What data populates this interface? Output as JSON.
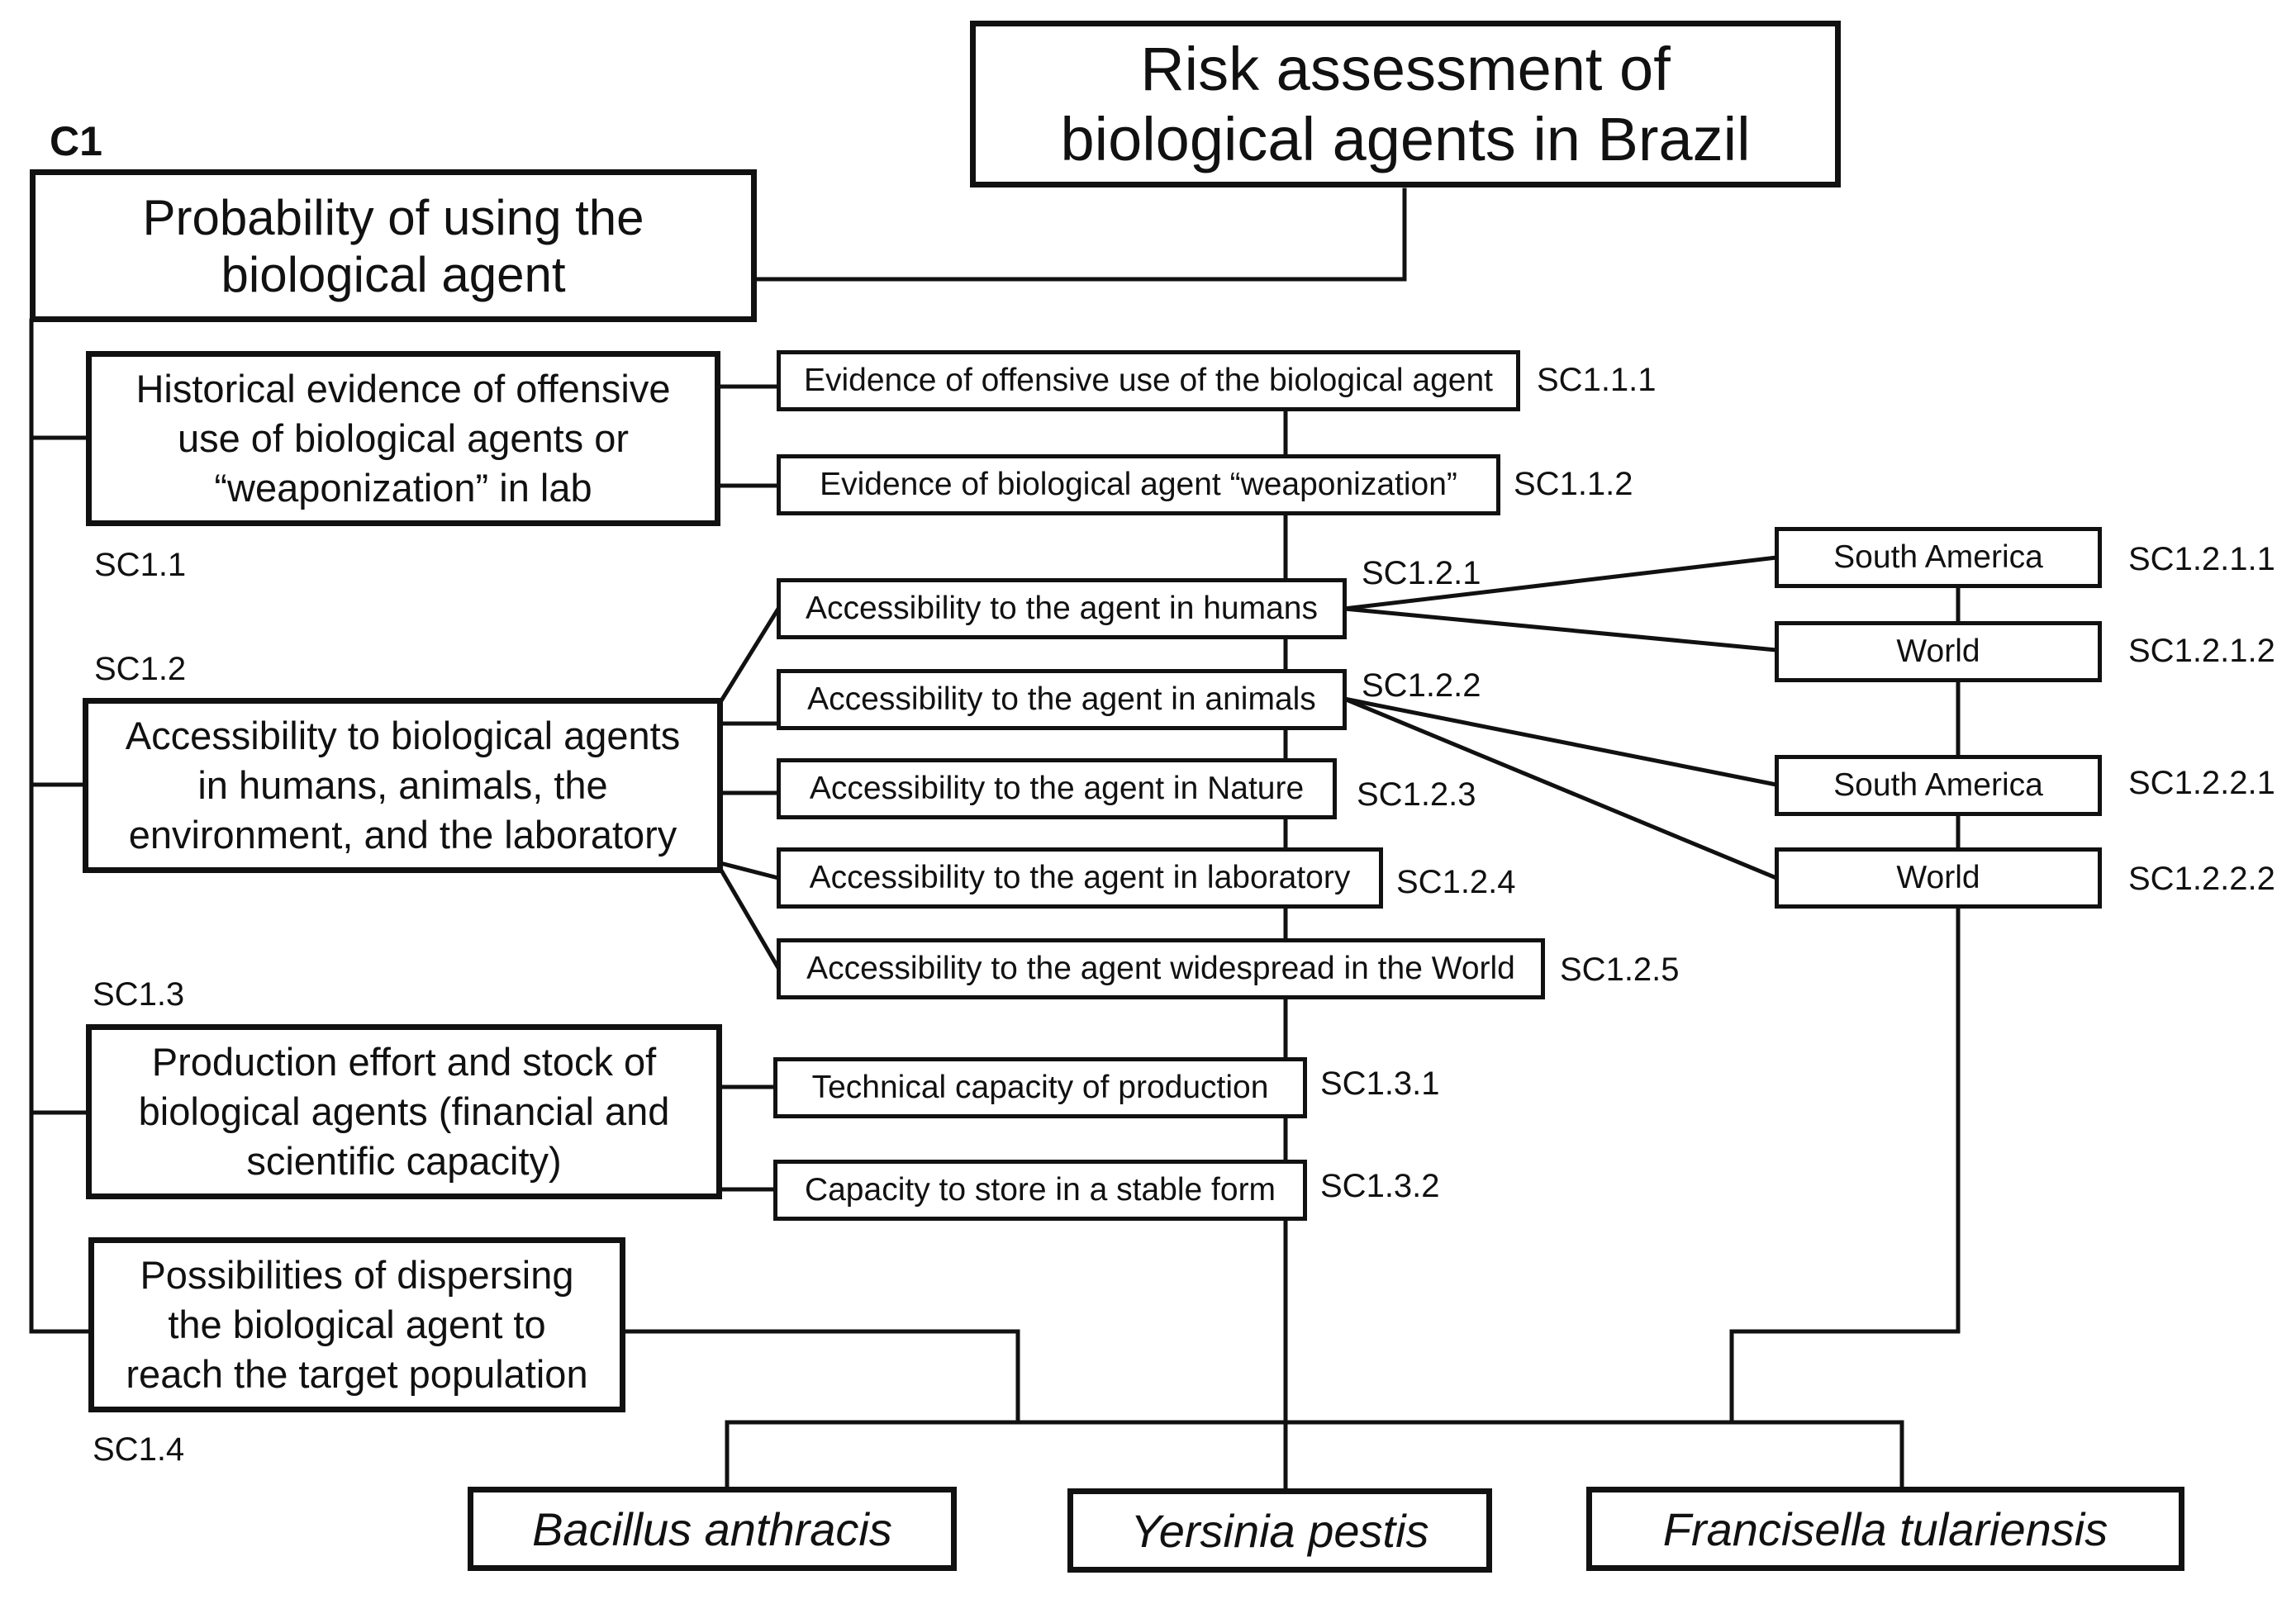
{
  "root": {
    "title": "Risk assessment of\nbiological agents in Brazil"
  },
  "criterion": {
    "code": "C1",
    "label": "Probability of using the\nbiological agent"
  },
  "subcriteria": [
    {
      "code": "SC1.1",
      "label": "Historical evidence of offensive\nuse of biological agents or\n“weaponization” in lab"
    },
    {
      "code": "SC1.2",
      "label": "Accessibility to biological agents\nin humans, animals, the\nenvironment, and the laboratory"
    },
    {
      "code": "SC1.3",
      "label": "Production effort and stock of\nbiological agents (financial and\nscientific capacity)"
    },
    {
      "code": "SC1.4",
      "label": "Possibilities of dispersing\nthe biological agent to\nreach the target population"
    }
  ],
  "indicators": [
    {
      "code": "SC1.1.1",
      "label": "Evidence of offensive use of the biological agent"
    },
    {
      "code": "SC1.1.2",
      "label": "Evidence of biological agent “weaponization”"
    },
    {
      "code": "SC1.2.1",
      "label": "Accessibility to the agent in humans"
    },
    {
      "code": "SC1.2.2",
      "label": "Accessibility to the agent in animals"
    },
    {
      "code": "SC1.2.3",
      "label": "Accessibility to the agent in Nature"
    },
    {
      "code": "SC1.2.4",
      "label": "Accessibility to the agent in laboratory"
    },
    {
      "code": "SC1.2.5",
      "label": "Accessibility to the agent widespread in the World"
    },
    {
      "code": "SC1.3.1",
      "label": "Technical capacity of production"
    },
    {
      "code": "SC1.3.2",
      "label": "Capacity to store in a stable form"
    }
  ],
  "regions": [
    {
      "code": "SC1.2.1.1",
      "label": "South America"
    },
    {
      "code": "SC1.2.1.2",
      "label": "World"
    },
    {
      "code": "SC1.2.2.1",
      "label": "South America"
    },
    {
      "code": "SC1.2.2.2",
      "label": "World"
    }
  ],
  "alternatives": [
    {
      "label": "Bacillus anthracis"
    },
    {
      "label": "Yersinia pestis"
    },
    {
      "label": "Francisella tulariensis"
    }
  ]
}
